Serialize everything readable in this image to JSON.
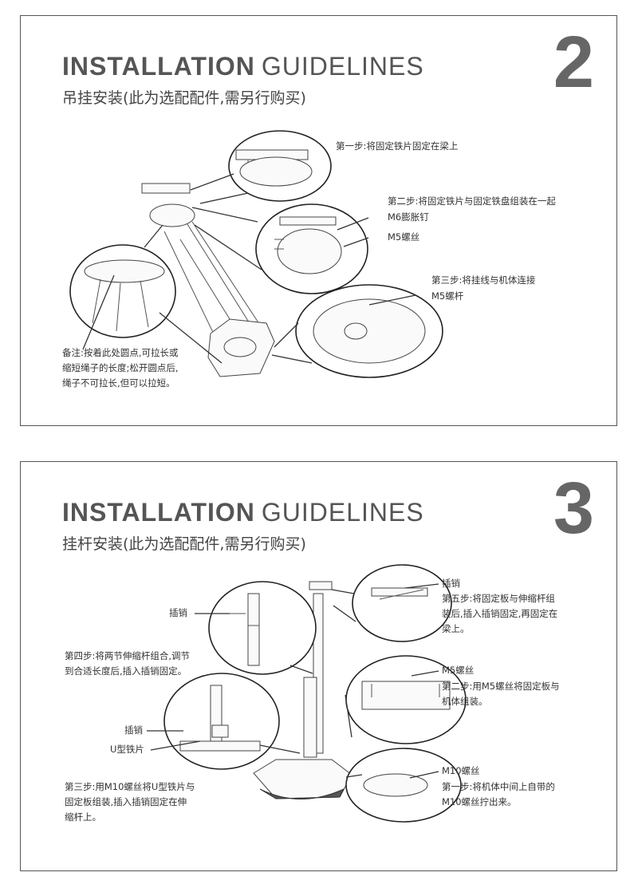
{
  "panels": [
    {
      "number": "2",
      "title_bold": "INSTALLATION",
      "title_light": "GUIDELINES",
      "subtitle": "吊挂安装(此为选配配件,需另行购买)",
      "annotations": {
        "step1": "第一步:将固定铁片固定在梁上",
        "step2": "第二步:将固定铁片与固定铁盘组装在一起",
        "m6": "M6膨胀钉",
        "m5_screw": "M5螺丝",
        "step3": "第三步:将挂线与机体连接",
        "m5_rod": "M5螺杆",
        "note_line1": "备注:按着此处圆点,可拉长或",
        "note_line2": "缩短绳子的长度;松开圆点后,",
        "note_line3": "绳子不可拉长,但可以拉短。"
      }
    },
    {
      "number": "3",
      "title_bold": "INSTALLATION",
      "title_light": "GUIDELINES",
      "subtitle": "挂杆安装(此为选配配件,需另行购买)",
      "annotations": {
        "pin_top": "插销",
        "step5_line1": "第五步:将固定板与伸缩杆组",
        "step5_line2": "装后,插入插销固定,再固定在",
        "step5_line3": "梁上。",
        "pin_left": "插销",
        "step4_line1": "第四步:将两节伸缩杆组合,调节",
        "step4_line2": "到合适长度后,插入插销固定。",
        "m5_screw": "M5螺丝",
        "step2_line1": "第二步:用M5螺丝将固定板与",
        "step2_line2": "机体组装。",
        "pin_lower": "插销",
        "u_bracket": "U型铁片",
        "m10_screw": "M10螺丝",
        "step3_line1": "第三步:用M10螺丝将U型铁片与",
        "step3_line2": "固定板组装,插入插销固定在伸",
        "step3_line3": "缩杆上。",
        "step1_line1": "第一步:将机体中间上自带的",
        "step1_line2": "M10螺丝拧出来。"
      }
    }
  ]
}
